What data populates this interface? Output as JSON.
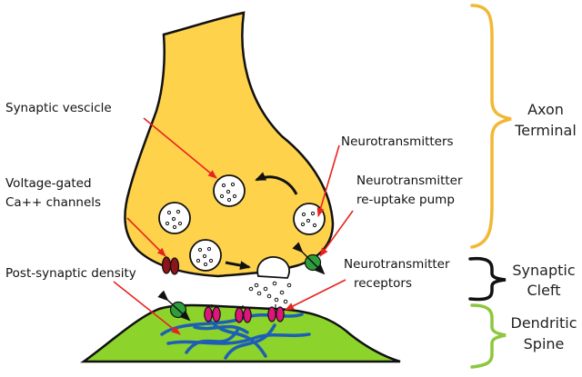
{
  "labels": {
    "synaptic_vesicle": "Synaptic vescicle",
    "voltage_gated_line1": "Voltage-gated",
    "voltage_gated_line2": "Ca++ channels",
    "post_synaptic_density": "Post-synaptic density",
    "neurotransmitters": "Neurotransmitters",
    "reuptake_line1": "Neurotransmitter",
    "reuptake_line2": "re-uptake pump",
    "receptors_line1": "Neurotransmitter",
    "receptors_line2": "receptors"
  },
  "regions": {
    "axon_line1": "Axon",
    "axon_line2": "Terminal",
    "cleft_line1": "Synaptic",
    "cleft_line2": "Cleft",
    "spine_line1": "Dendritic",
    "spine_line2": "Spine"
  },
  "colors": {
    "axon_fill": "#FFD24C",
    "spine_fill": "#8CD32B",
    "arrow": "#E8231E",
    "ca_channel": "#8B1518",
    "receptor": "#E0157A",
    "pump": "#2E9E3A",
    "axon_brace": "#F2B835",
    "cleft_brace": "#111111",
    "spine_brace": "#8DC63F",
    "actin": "#1E5FB5"
  }
}
